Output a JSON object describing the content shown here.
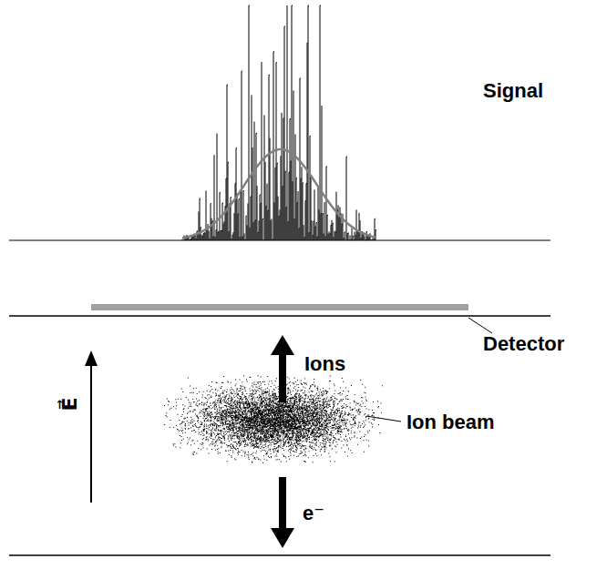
{
  "diagram": {
    "labels": [
      "Signal",
      "Detector",
      "Ions",
      "Ion beam",
      "e⁻",
      "E⃗"
    ]
  }
}
